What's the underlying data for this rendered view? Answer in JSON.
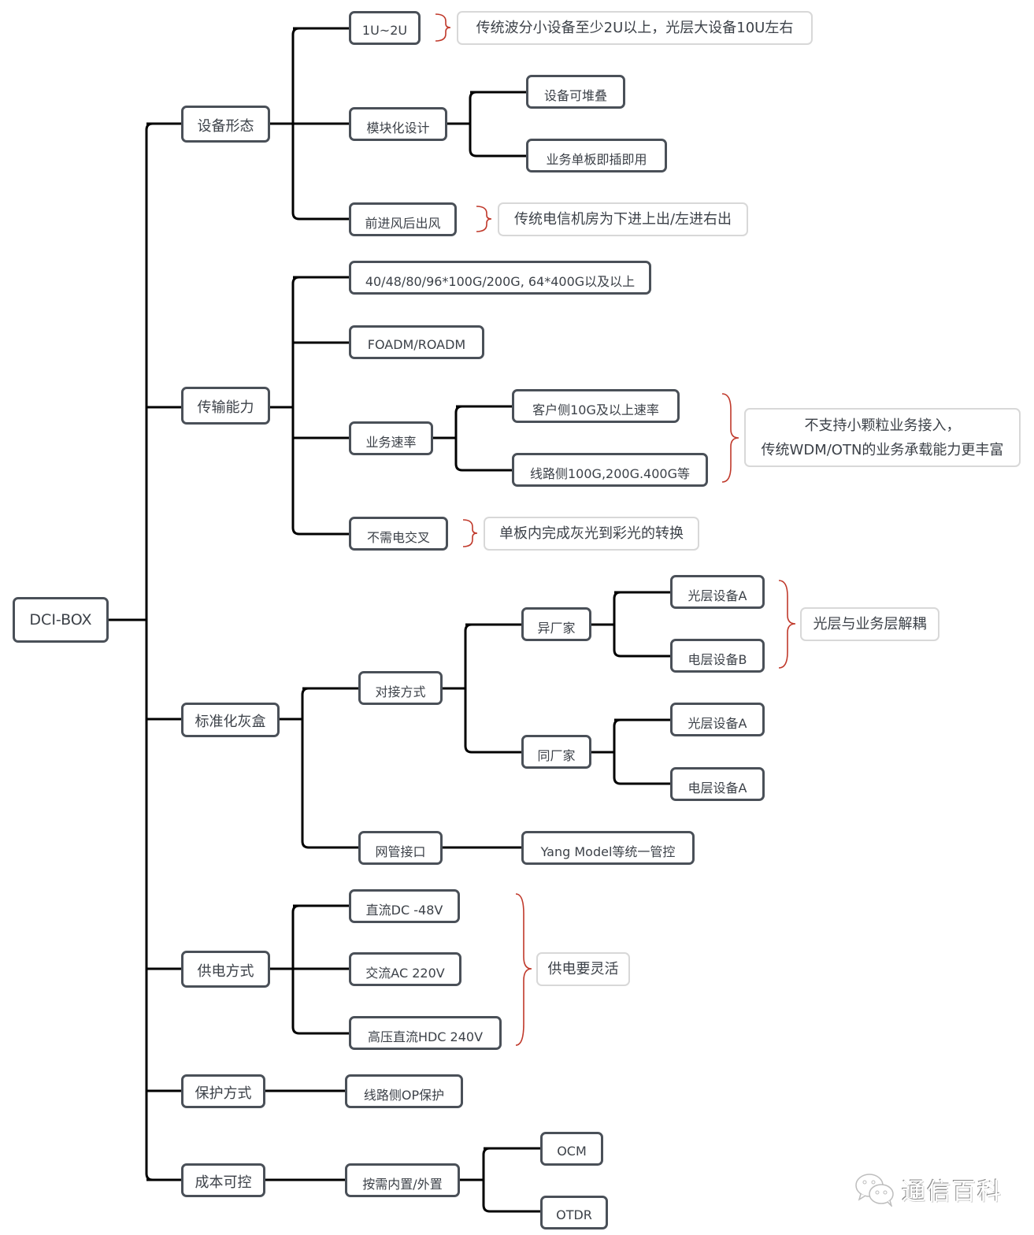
{
  "root": {
    "label": "DCI-BOX"
  },
  "branches": {
    "form": {
      "label": "设备形态",
      "children": {
        "size": {
          "label": "1U~2U",
          "note": "传统波分小设备至少2U以上，光层大设备10U左右"
        },
        "modular": {
          "label": "模块化设计",
          "children": [
            "设备可堆叠",
            "业务单板即插即用"
          ]
        },
        "airflow": {
          "label": "前进风后出风",
          "note": "传统电信机房为下进上出/左进右出"
        }
      }
    },
    "transport": {
      "label": "传输能力",
      "children": {
        "capacity": {
          "label": "40/48/80/96*100G/200G, 64*400G以及以上"
        },
        "oadm": {
          "label": "FOADM/ROADM"
        },
        "rate": {
          "label": "业务速率",
          "children": [
            "客户侧10G及以上速率",
            "线路侧100G,200G.400G等"
          ],
          "note_lines": [
            "不支持小颗粒业务接入，",
            "传统WDM/OTN的业务承载能力更丰富"
          ]
        },
        "no_cross": {
          "label": "不需电交叉",
          "note": "单板内完成灰光到彩光的转换"
        }
      }
    },
    "greybox": {
      "label": "标准化灰盒",
      "children": {
        "interconnect": {
          "label": "对接方式",
          "children": {
            "multi_vendor": {
              "label": "异厂家",
              "children": [
                "光层设备A",
                "电层设备B"
              ],
              "note": "光层与业务层解耦"
            },
            "same_vendor": {
              "label": "同厂家",
              "children": [
                "光层设备A",
                "电层设备A"
              ]
            }
          }
        },
        "nms": {
          "label": "网管接口",
          "children": [
            "Yang Model等统一管控"
          ]
        }
      }
    },
    "power": {
      "label": "供电方式",
      "children": [
        "直流DC -48V",
        "交流AC 220V",
        "高压直流HDC 240V"
      ],
      "note": "供电要灵活"
    },
    "protection": {
      "label": "保护方式",
      "children": [
        "线路侧OP保护"
      ]
    },
    "cost": {
      "label": "成本可控",
      "children": {
        "builtin": {
          "label": "按需内置/外置",
          "children": [
            "OCM",
            "OTDR"
          ]
        }
      }
    }
  },
  "colors": {
    "connector": "#000000",
    "node_border": "#4a5058",
    "note_border": "#d8d8d8",
    "brace": "#c0392b"
  },
  "watermark": {
    "icon": "wechat-icon",
    "text": "通信百科"
  }
}
